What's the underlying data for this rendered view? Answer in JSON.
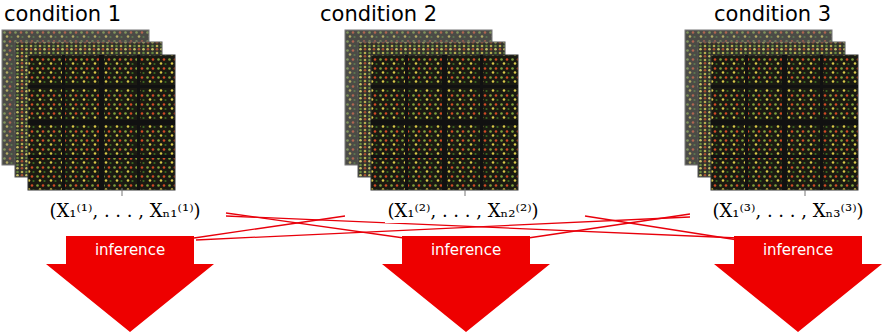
{
  "diagram": {
    "nodes": [
      {
        "text": [
          "inference"
        ]
      },
      {
        "text": [
          "inference"
        ]
      },
      {
        "text": [
          "inference"
        ]
      }
    ],
    "labels": [
      "condition 1",
      "condition 2",
      "condition 3",
      "(X₁⁽¹⁾, . . . , Xₙ₁⁽¹⁾)",
      "(X₁⁽²⁾, . . . , Xₙ₂⁽²⁾)",
      "(X₁⁽³⁾, . . . , Xₙ₃⁽³⁾)"
    ]
  }
}
